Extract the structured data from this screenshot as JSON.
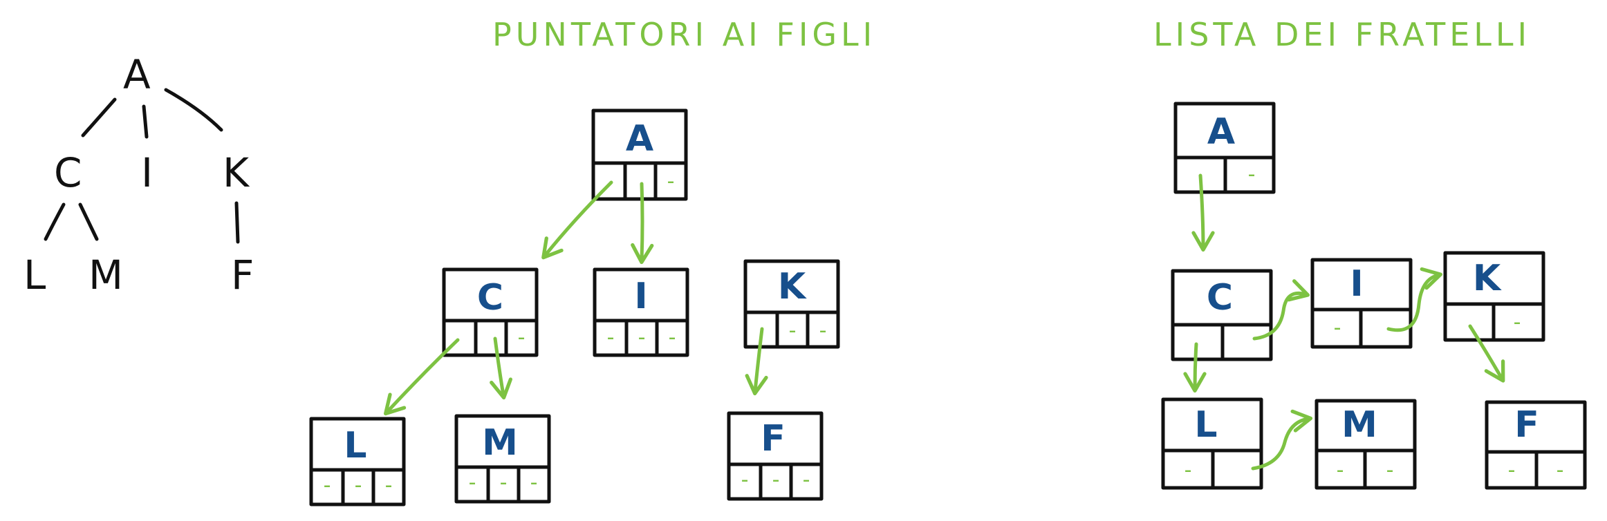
{
  "headings": {
    "children_pointers": "PUNTATORI AI FIGLI",
    "sibling_list": "LISTA DEI FRATELLI"
  },
  "tree": {
    "root": "A",
    "level1": [
      "C",
      "I",
      "K"
    ],
    "level2": [
      "L",
      "M",
      "F"
    ]
  },
  "children_pointers": {
    "nodes": {
      "A": "A",
      "C": "C",
      "I": "I",
      "K": "K",
      "L": "L",
      "M": "M",
      "F": "F"
    },
    "null_mark": "-"
  },
  "sibling_list": {
    "nodes": {
      "A": "A",
      "C": "C",
      "I": "I",
      "K": "K",
      "L": "L",
      "M": "M",
      "F": "F"
    },
    "null_mark": "-"
  },
  "colors": {
    "ink": "#111111",
    "node_letter": "#174f8c",
    "pointer": "#7dc242"
  }
}
